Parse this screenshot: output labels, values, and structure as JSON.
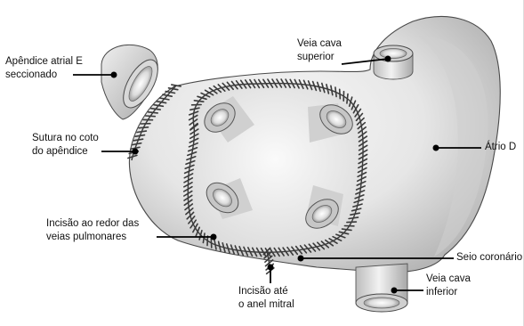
{
  "colors": {
    "background": "#ffffff",
    "heart_light": "#f4f4f4",
    "heart_mid": "#d2d2d2",
    "heart_shadow": "#9a9a9a",
    "outline": "#4a4a4a",
    "suture": "#3a3a3a",
    "leader": "#000000",
    "text": "#111111"
  },
  "labels": {
    "appendage": {
      "line1": "Apêndice atrial E",
      "line2": "seccionado"
    },
    "svc": {
      "line1": "Veia cava",
      "line2": "superior"
    },
    "stump_suture": {
      "line1": "Sutura no coto",
      "line2": "do apêndice"
    },
    "right_atrium": {
      "line1": "Átrio D"
    },
    "pv_incision": {
      "line1": "Incisão ao redor das",
      "line2": "veias pulmonares"
    },
    "coronary_sinus": {
      "line1": "Seio coronário"
    },
    "ivc": {
      "line1": "Veia cava",
      "line2": "inferior"
    },
    "mitral_incision": {
      "line1": "Incisão até",
      "line2": "o anel mitral"
    }
  },
  "icons": [
    "heart-atrium-illustration",
    "suture-line",
    "pulmonary-vein-ostium",
    "vena-cava-tube"
  ]
}
